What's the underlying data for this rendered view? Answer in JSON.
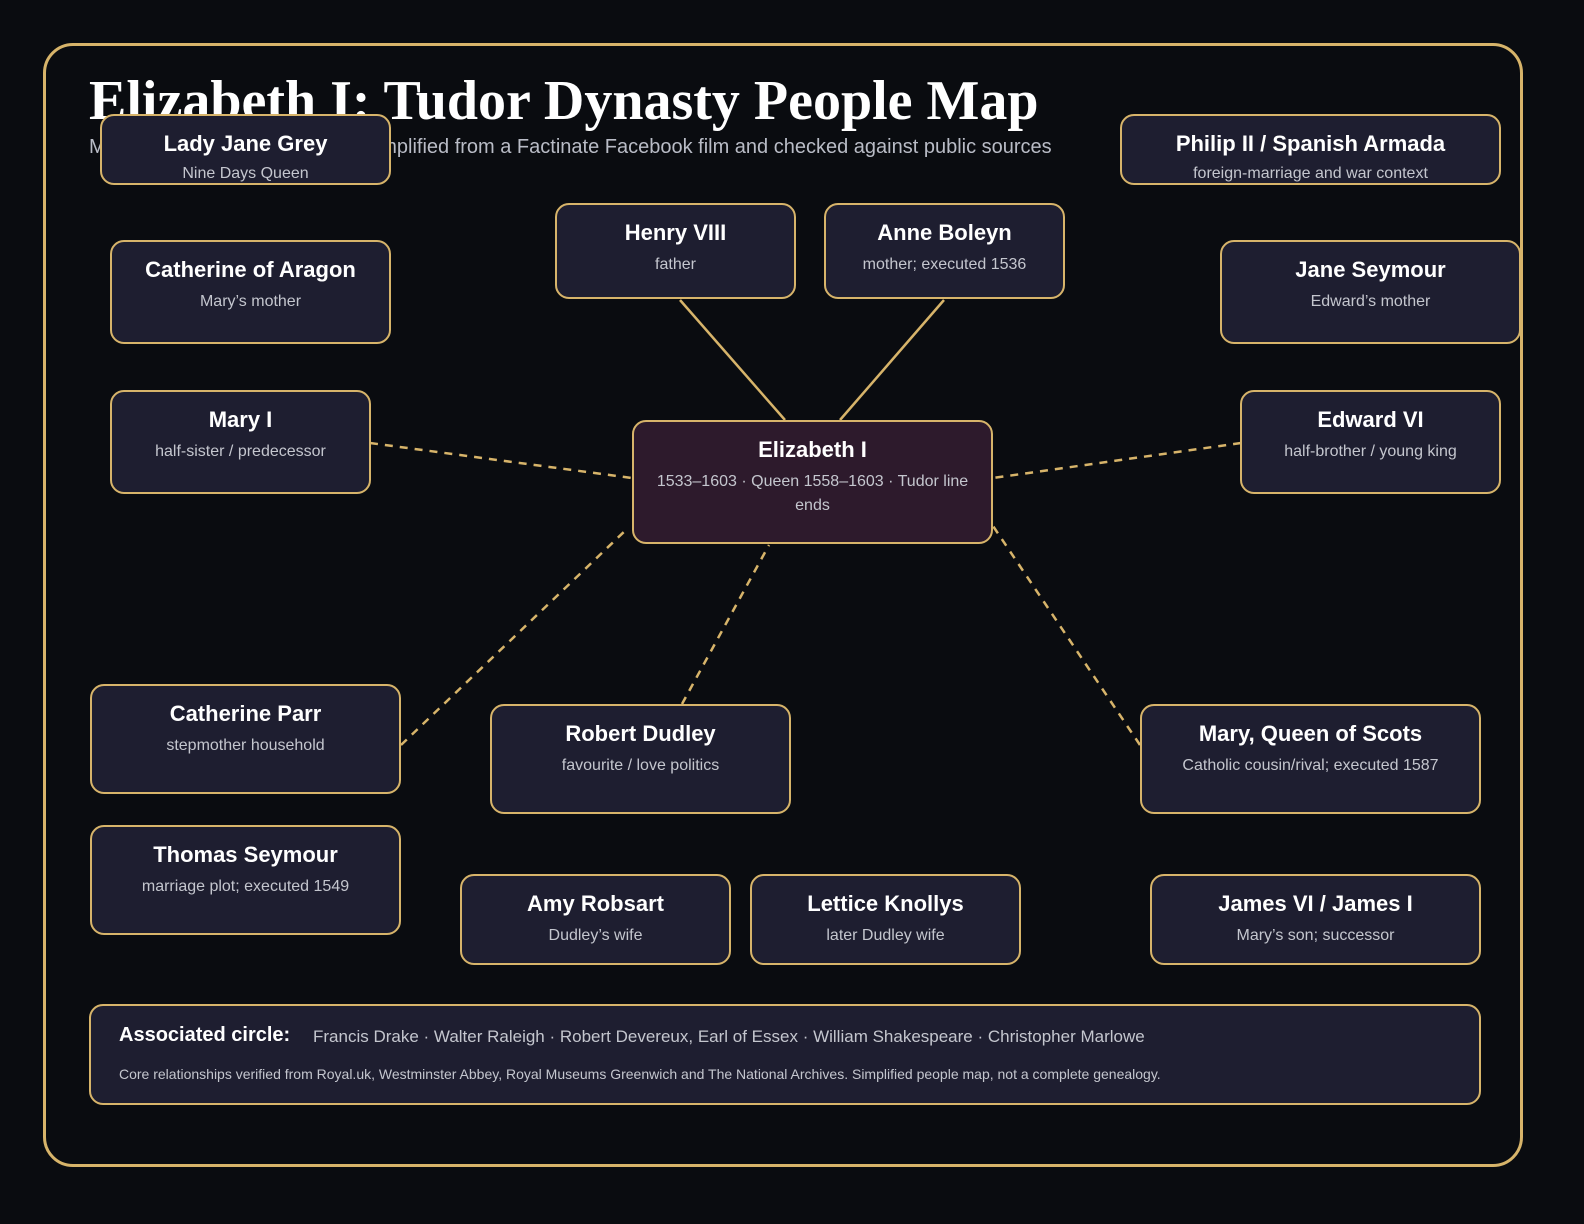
{
  "title": "Elizabeth I: Tudor Dynasty People Map",
  "subtitle": "Main relationships and rivalry · simplified from a Factinate Facebook film and checked against public sources",
  "center": {
    "name": "Elizabeth I",
    "desc": "1533–1603 · Queen 1558–1603 · Tudor line ends"
  },
  "people": {
    "lady_jane_grey": {
      "name": "Lady Jane Grey",
      "desc": "Nine Days Queen"
    },
    "philip_ii": {
      "name": "Philip II / Spanish Armada",
      "desc": "foreign-marriage and war context"
    },
    "henry_viii": {
      "name": "Henry VIII",
      "desc": "father"
    },
    "anne_boleyn": {
      "name": "Anne Boleyn",
      "desc": "mother; executed 1536"
    },
    "catherine_aragon": {
      "name": "Catherine of Aragon",
      "desc": "Mary’s mother"
    },
    "jane_seymour": {
      "name": "Jane Seymour",
      "desc": "Edward’s mother"
    },
    "mary_i": {
      "name": "Mary I",
      "desc": "half-sister / predecessor"
    },
    "edward_vi": {
      "name": "Edward VI",
      "desc": "half-brother / young king"
    },
    "catherine_parr": {
      "name": "Catherine Parr",
      "desc": "stepmother household"
    },
    "robert_dudley": {
      "name": "Robert Dudley",
      "desc": "favourite / love politics"
    },
    "mary_scots": {
      "name": "Mary, Queen of Scots",
      "desc": "Catholic cousin/rival; executed 1587"
    },
    "thomas_seymour": {
      "name": "Thomas Seymour",
      "desc": "marriage plot; executed 1549"
    },
    "amy_robsart": {
      "name": "Amy Robsart",
      "desc": "Dudley’s wife"
    },
    "lettice_knollys": {
      "name": "Lettice Knollys",
      "desc": "later Dudley wife"
    },
    "james_vi": {
      "name": "James VI / James I",
      "desc": "Mary’s son; successor"
    }
  },
  "footer": {
    "label": "Associated circle:",
    "people": "Francis Drake · Walter Raleigh · Robert Devereux, Earl of Essex · William Shakespeare · Christopher Marlowe",
    "note": "Core relationships verified from Royal.uk, Westminster Abbey, Royal Museums Greenwich and The National Archives. Simplified people map, not a complete genealogy."
  },
  "colors": {
    "accent": "#d7b46a",
    "background": "#0a0c10",
    "node": "#1e1e30",
    "center_node": "#2d1a2c"
  }
}
